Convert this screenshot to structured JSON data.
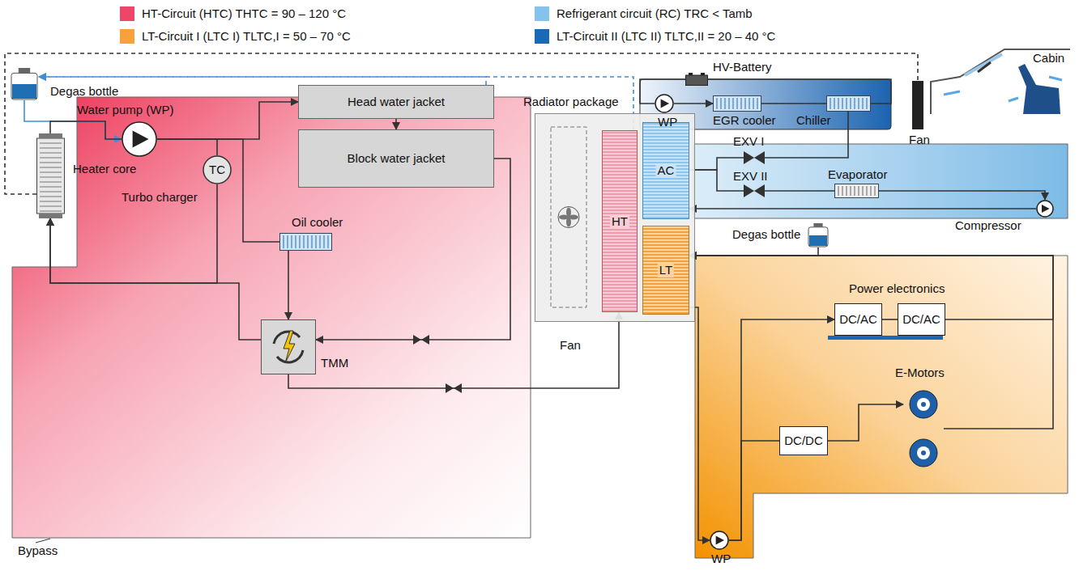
{
  "diagram": {
    "nodes": [
      {
        "text": [
          "Degas bottle"
        ]
      },
      {
        "text": [
          "Water pump (WP)"
        ]
      },
      {
        "text": [
          "Head water jacket"
        ]
      },
      {
        "text": [
          "Block water jacket"
        ]
      },
      {
        "text": [
          "Turbo charger",
          "TC"
        ]
      },
      {
        "text": [
          "Heater core"
        ]
      },
      {
        "text": [
          "Oil cooler"
        ]
      },
      {
        "text": [
          "TMM"
        ]
      },
      {
        "text": [
          "Radiator package"
        ]
      },
      {
        "text": [
          "Fan"
        ],
        "in": 8
      },
      {
        "text": [
          "HT"
        ],
        "in": 8
      },
      {
        "text": [
          "AC"
        ],
        "in": 8
      },
      {
        "text": [
          "LT"
        ],
        "in": 8
      },
      {
        "text": [
          "HV-Battery"
        ]
      },
      {
        "text": [
          "WP"
        ]
      },
      {
        "text": [
          "EGR cooler"
        ]
      },
      {
        "text": [
          "Chiller"
        ]
      },
      {
        "text": [
          "EXV I"
        ]
      },
      {
        "text": [
          "Evaporator"
        ]
      },
      {
        "text": [
          "EXV II"
        ]
      },
      {
        "text": [
          "Compressor"
        ]
      },
      {
        "text": [
          "Cabin"
        ]
      },
      {
        "text": [
          "Fan"
        ]
      },
      {
        "text": [
          "Degas bottle"
        ]
      },
      {
        "text": [
          "Power electronics"
        ]
      },
      {
        "text": [
          "DC/AC"
        ],
        "in": 24
      },
      {
        "text": [
          "DC/AC"
        ],
        "in": 24
      },
      {
        "text": [
          "DC/DC"
        ]
      },
      {
        "text": [
          "E-Motors"
        ]
      },
      {
        "text": [
          "WP"
        ]
      }
    ],
    "edges": [
      {
        "from": 1,
        "to": 2,
        "arrow": "to"
      },
      {
        "from": 2,
        "to": 3,
        "arrow": "to"
      },
      {
        "from": 1,
        "to": 4,
        "arrow": "none"
      },
      {
        "from": 1,
        "to": 6,
        "arrow": "none"
      },
      {
        "from": 6,
        "to": 7,
        "arrow": "to"
      },
      {
        "from": 3,
        "to": 7,
        "arrow": "to"
      },
      {
        "from": 4,
        "to": 5,
        "arrow": "to"
      },
      {
        "from": 7,
        "to": 5,
        "arrow": "to"
      },
      {
        "from": 7,
        "to": 10,
        "arrow": "to"
      },
      {
        "from": 10,
        "to": 0,
        "arrow": "to"
      },
      {
        "from": 2,
        "to": 0,
        "arrow": "to"
      },
      {
        "from": 0,
        "to": 1,
        "arrow": "to"
      },
      {
        "from": 5,
        "to": 1,
        "arrow": "none"
      },
      {
        "from": 5,
        "to": 22,
        "arrow": "none"
      },
      {
        "from": 14,
        "to": 15,
        "arrow": "to"
      },
      {
        "from": 15,
        "to": 16,
        "arrow": "none"
      },
      {
        "from": 16,
        "to": 13,
        "arrow": "none"
      },
      {
        "from": 13,
        "to": 14,
        "arrow": "none"
      },
      {
        "from": 11,
        "to": 17,
        "arrow": "none"
      },
      {
        "from": 11,
        "to": 19,
        "arrow": "none"
      },
      {
        "from": 17,
        "to": 16,
        "arrow": "none"
      },
      {
        "from": 19,
        "to": 18,
        "arrow": "none"
      },
      {
        "from": 18,
        "to": 20,
        "arrow": "to"
      },
      {
        "from": 20,
        "to": 11,
        "arrow": "to"
      },
      {
        "from": 23,
        "to": 12,
        "arrow": "to"
      },
      {
        "from": 12,
        "to": 29,
        "arrow": "to"
      },
      {
        "from": 29,
        "to": 25,
        "arrow": "to"
      },
      {
        "from": 29,
        "to": 27,
        "arrow": "none"
      },
      {
        "from": 25,
        "to": 26,
        "arrow": "none"
      },
      {
        "from": 27,
        "to": 28,
        "arrow": "to"
      },
      {
        "from": 28,
        "to": 12,
        "arrow": "to"
      },
      {
        "from": 26,
        "to": 12,
        "arrow": "to"
      }
    ],
    "labels": [
      "Bypass"
    ],
    "legend": [
      {
        "text": "HT-Circuit (HTC) THTC = 90 – 120 °C",
        "color": "#ee4668"
      },
      {
        "text": "Refrigerant circuit (RC) TRC < Tamb",
        "color": "#86c3ec"
      },
      {
        "text": "LT-Circuit I (LTC I) TLTC,I = 50 – 70 °C",
        "color": "#f6a13a"
      },
      {
        "text": "LT-Circuit II (LTC II) TLTC,II = 20 – 40 °C",
        "color": "#1b68b5"
      }
    ]
  }
}
